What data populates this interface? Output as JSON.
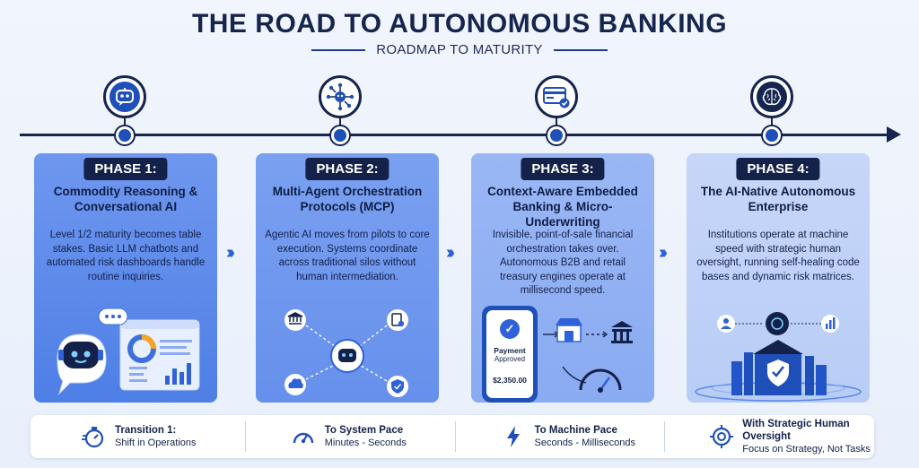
{
  "header": {
    "title": "THE ROAD TO AUTONOMOUS BANKING",
    "subtitle": "ROADMAP TO MATURITY"
  },
  "phases": [
    {
      "label": "PHASE 1:",
      "title": "Commodity Reasoning & Conversational AI",
      "description": "Level 1/2 maturity becomes table stakes. Basic LLM chatbots and automated risk dashboards handle routine inquiries.",
      "icon": "chatbot-icon"
    },
    {
      "label": "PHASE 2:",
      "title": "Multi-Agent Orchestration Protocols (MCP)",
      "description": "Agentic AI moves from pilots to core execution. Systems coordinate across traditional silos without human intermediation.",
      "icon": "network-bot-icon"
    },
    {
      "label": "PHASE 3:",
      "title": "Context-Aware Embedded Banking & Micro-Underwriting",
      "description": "Invisible, point-of-sale financial orchestration takes over. Autonomous B2B and retail treasury engines operate at millisecond speed.",
      "icon": "credit-card-icon",
      "payment": {
        "status_line1": "Payment",
        "status_line2": "Approved",
        "amount": "$2,350.00"
      }
    },
    {
      "label": "PHASE 4:",
      "title": "The AI-Native Autonomous Enterprise",
      "description": "Institutions operate at machine speed with strategic human oversight, running self-healing code bases and dynamic risk matrices.",
      "icon": "brain-chip-icon"
    }
  ],
  "transitions": [
    {
      "title": "Transition 1:",
      "subtitle": "Shift in Operations",
      "icon": "stopwatch-icon"
    },
    {
      "title": "To System Pace",
      "subtitle": "Minutes - Seconds",
      "icon": "speedometer-icon"
    },
    {
      "title": "To Machine Pace",
      "subtitle": "Seconds - Milliseconds",
      "icon": "lightning-icon"
    },
    {
      "title": "With Strategic Human Oversight",
      "subtitle": "Focus on Strategy, Not Tasks",
      "icon": "target-icon"
    }
  ],
  "colors": {
    "navy": "#14224a",
    "accent": "#1f4fb8",
    "phase1": "#5a88ea",
    "phase4": "#c0d2f7"
  }
}
